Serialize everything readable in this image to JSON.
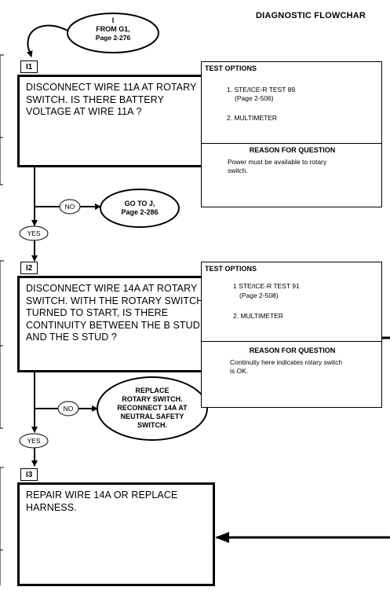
{
  "header": {
    "title": "DIAGNOSTIC FLOWCHAR"
  },
  "start_oval": {
    "line1": "I",
    "line2": "FROM G1,",
    "line3": "Page 2-276"
  },
  "steps": [
    {
      "label": "I1",
      "question": "DISCONNECT WIRE 11A AT ROTARY SWITCH. IS THERE BATTERY VOLTAGE AT WIRE 11A ?",
      "test_options_title": "TEST OPTIONS",
      "options": [
        "1. STE/ICE-R TEST 89",
        "(Page 2-506)",
        "2. MULTIMETER"
      ],
      "reason_title": "REASON FOR QUESTION",
      "reason_text": "Power must be available to rotary switch."
    },
    {
      "label": "I2",
      "question": "DISCONNECT WIRE 14A AT ROTARY SWITCH.  WITH THE ROTARY SWITCH TURNED TO START, IS THERE CONTINUITY BETWEEN THE B STUD AND THE S STUD ?",
      "test_options_title": "TEST OPTIONS",
      "options": [
        "1 STE/ICE-R TEST 91",
        "(Page 2-508)",
        "2. MULTIMETER"
      ],
      "reason_title": "REASON FOR QUESTION",
      "reason_text": "Continuity here indicates rotary switch is OK."
    },
    {
      "label": "I3",
      "question": "REPAIR WIRE 14A OR REPLACE HARNESS."
    }
  ],
  "branches": {
    "no_label": "NO",
    "yes_label": "YES",
    "goto_j": {
      "line1": "GO TO J,",
      "line2": "Page 2-286"
    },
    "replace": {
      "line1": "REPLACE",
      "line2": "ROTARY SWITCH.",
      "line3": "RECONNECT 14A AT",
      "line4": "NEUTRAL SAFETY",
      "line5": "SWITCH."
    }
  }
}
